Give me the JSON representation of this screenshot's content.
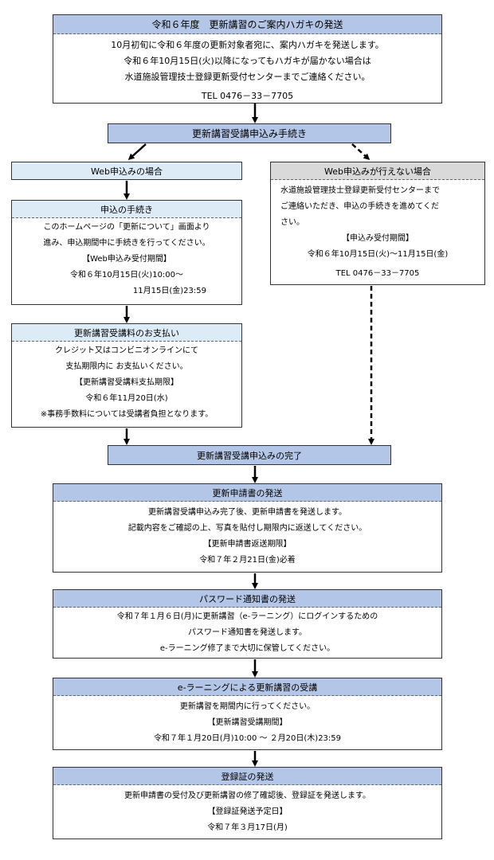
{
  "notice": {
    "title": "令和６年度　更新講習のご案内ハガキの発送",
    "lines": [
      "10月初旬に令和６年度の更新対象者宛に、案内ハガキを発送します。",
      "令和６年10月15日(火)以降になってもハガキが届かない場合は",
      "水道施設管理技士登録更新受付センターまでご連絡ください。",
      "TEL 0476－33－7705"
    ]
  },
  "procedure": {
    "title": "更新講習受講申込み手続き"
  },
  "web_branch": {
    "label": "Web申込みの場合"
  },
  "no_web_branch": {
    "label": "Web申込みが行えない場合",
    "lines": [
      "水道施設管理技士登録更新受付センターまで",
      "ご連絡いただき、申込の手続きを進めてくだ",
      "さい。",
      "【申込み受付期間】",
      "令和６年10月15日(火)～11月15日(金)",
      "TEL 0476－33－7705"
    ]
  },
  "application": {
    "title": "申込の手続き",
    "lines": [
      "このホームページの「更新について」画面より",
      "進み、申込期間中に手続きを行ってください。",
      "【Web申込み受付期間】",
      "令和６年10月15日(火)10:00～",
      "11月15日(金)23:59"
    ]
  },
  "payment": {
    "title": "更新講習受講料のお支払い",
    "lines": [
      "クレジット又はコンビニオンラインにて",
      "支払期限内に お支払いください。",
      "【更新講習受講料支払期限】",
      "令和６年11月20日(水)",
      "※事務手数料については受講者負担となります。"
    ]
  },
  "complete": {
    "title": "更新講習受講申込みの完了"
  },
  "renewal_form": {
    "title": "更新申請書の発送",
    "lines": [
      "更新講習受講申込み完了後、更新申請書を発送します。",
      "記載内容をご確認の上、写真を貼付し期限内に返送してください。",
      "【更新申請書返送期限】",
      "令和７年２月21日(金)必着"
    ]
  },
  "password": {
    "title": "パスワード通知書の発送",
    "lines": [
      "令和７年１月６日(月)に更新講習（e-ラーニング）にログインするための",
      "パスワード通知書を発送します。",
      "e-ラーニング修了まで大切に保管してください。"
    ]
  },
  "elearning": {
    "title": "e-ラーニングによる更新講習の受講",
    "lines": [
      "更新講習を期間内に行ってください。",
      "【更新講習受講期間】",
      "令和７年１月20日(月)10:00 ～ ２月20日(木)23:59"
    ]
  },
  "certificate": {
    "title": "登録証の発送",
    "lines": [
      "更新申請書の受付及び更新講習の修了確認後、登録証を発送します。",
      "【登録証発送予定日】",
      "令和７年３月17日(月)"
    ]
  },
  "colors": {
    "header_blue": "#b4c6e7",
    "header_light_blue": "#ddebf7",
    "header_gray": "#d9d9d9",
    "border": "#333333"
  }
}
